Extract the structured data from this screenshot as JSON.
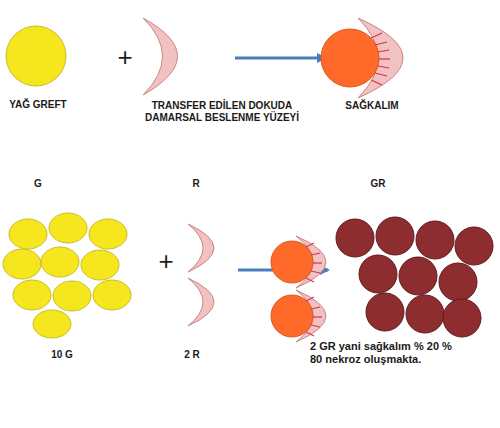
{
  "diagram": {
    "labels": [
      "+",
      "YAĞ GREFT",
      "TRANSFER EDİLEN DOKUDA DAMARSAL BESLENME YÜZEYİ",
      "SAĞKALIM",
      "G",
      "R",
      "GR",
      "+",
      "10 G",
      "2 R",
      "2 GR yani sağkalım % 20 % 80 nekroz oluşmakta."
    ]
  }
}
